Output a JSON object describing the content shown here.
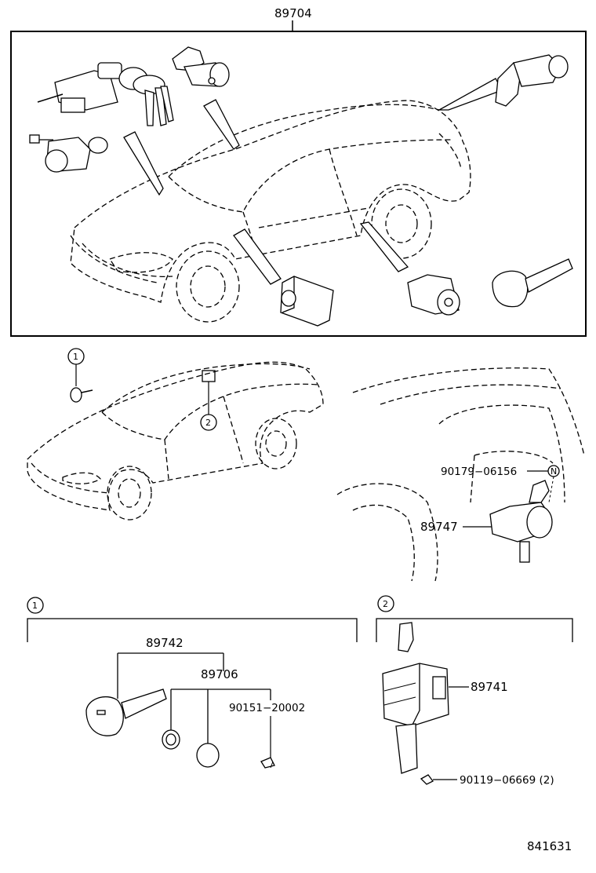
{
  "main_assembly": {
    "part_no": "89704"
  },
  "callouts": {
    "c1": "1",
    "c2": "2",
    "n": "N"
  },
  "parts": {
    "p89742": "89742",
    "p89706": "89706",
    "p90151": "90151−20002",
    "p89741": "89741",
    "p90119": "90119−06669 (2)",
    "p90179": "90179−06156",
    "p89747": "89747"
  },
  "diagram_id": "841631"
}
